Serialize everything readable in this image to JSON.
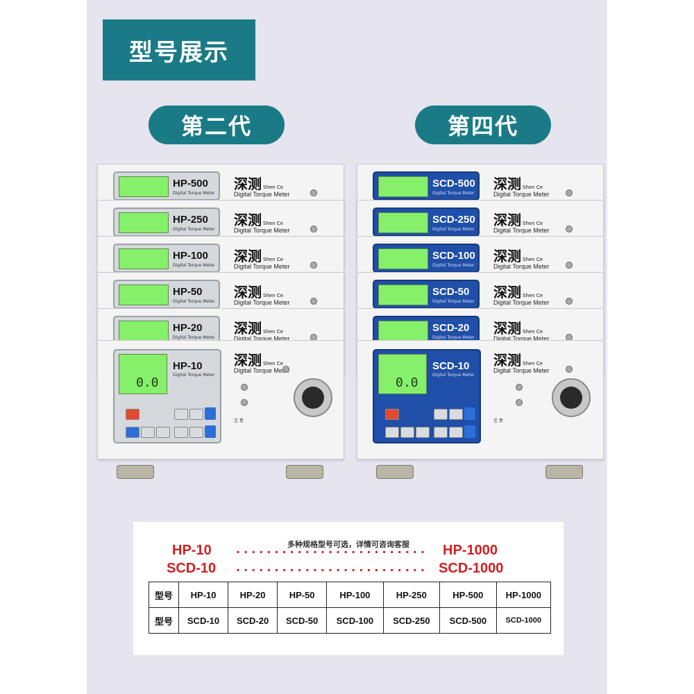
{
  "header": {
    "title": "型号展示"
  },
  "generations": [
    {
      "label": "第二代",
      "units": [
        "HP-500",
        "HP-250",
        "HP-100",
        "HP-50",
        "HP-20",
        "HP-10"
      ]
    },
    {
      "label": "第四代",
      "units": [
        "SCD-500",
        "SCD-250",
        "SCD-100",
        "SCD-50",
        "SCD-20",
        "SCD-10"
      ]
    }
  ],
  "device": {
    "subtitle": "Digital Torque Meter",
    "brand_cn": "深测",
    "brand_pinyin": "Shen Ce",
    "brand_en": "Digital Torque Meter",
    "lcd_reading": "0.0",
    "warning_title": "注 意"
  },
  "colors": {
    "teal": "#1a7b86",
    "red": "#d11f1f",
    "lcd_green": "#86f06a",
    "scd_blue": "#1f4fa8"
  },
  "specs": {
    "note": "多种规格型号可选，详情可咨询客服",
    "hp_range": [
      "HP-10",
      "HP-1000"
    ],
    "scd_range": [
      "SCD-10",
      "SCD-1000"
    ],
    "row_label": "型号",
    "hp_models": [
      "HP-10",
      "HP-20",
      "HP-50",
      "HP-100",
      "HP-250",
      "HP-500",
      "HP-1000"
    ],
    "scd_models": [
      "SCD-10",
      "SCD-20",
      "SCD-50",
      "SCD-100",
      "SCD-250",
      "SCD-500",
      "SCD-1000"
    ]
  }
}
